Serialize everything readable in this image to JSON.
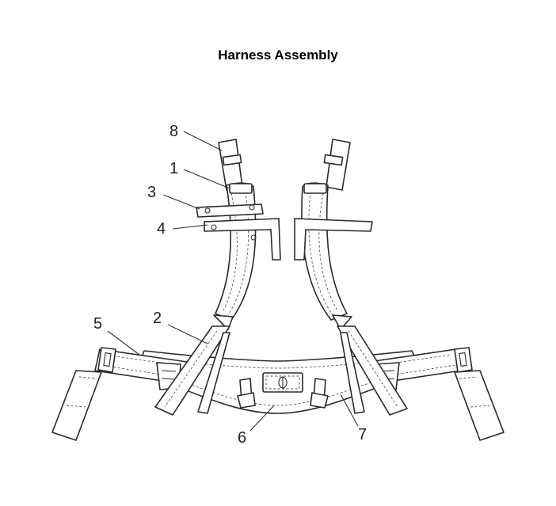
{
  "title": "Harness Assembly",
  "callouts": [
    "1",
    "2",
    "3",
    "4",
    "5",
    "6",
    "7",
    "8"
  ]
}
